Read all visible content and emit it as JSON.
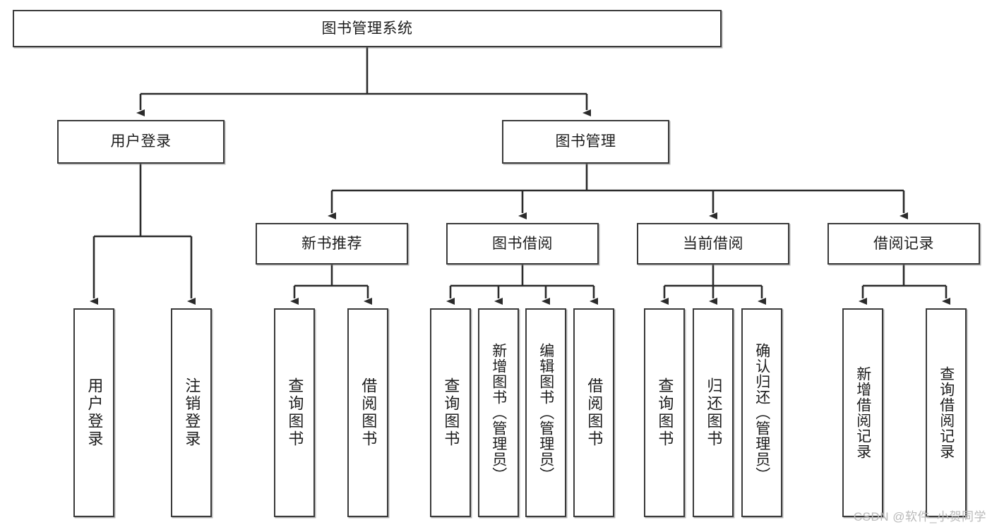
{
  "diagram": {
    "title": "图书管理系统",
    "type": "hierarchy-tree",
    "watermark": "CSDN @软件_小贺同学",
    "colors": {
      "box_border": "#3a3a3a",
      "box_fill": "#ffffff",
      "connector": "#2b2b2b",
      "text": "#1d1d1d",
      "watermark": "#b9b9b9"
    },
    "nodes": {
      "root": {
        "label": "图书管理系统"
      },
      "level2": [
        {
          "id": "user-login",
          "label": "用户登录"
        },
        {
          "id": "book-manage",
          "label": "图书管理"
        }
      ],
      "level3": [
        {
          "id": "new-book-recommend",
          "label": "新书推荐"
        },
        {
          "id": "book-borrow",
          "label": "图书借阅"
        },
        {
          "id": "current-borrow",
          "label": "当前借阅"
        },
        {
          "id": "borrow-record",
          "label": "借阅记录"
        }
      ],
      "leaves": {
        "user-login": [
          {
            "id": "leaf-user-login",
            "label": "用户登录"
          },
          {
            "id": "leaf-logout",
            "label": "注销登录"
          }
        ],
        "new-book-recommend": [
          {
            "id": "leaf-query-book-1",
            "label": "查询图书"
          },
          {
            "id": "leaf-borrow-book-1",
            "label": "借阅图书"
          }
        ],
        "book-borrow": [
          {
            "id": "leaf-query-book-2",
            "label": "查询图书"
          },
          {
            "id": "leaf-add-book",
            "label": "新增图书（管理员）"
          },
          {
            "id": "leaf-edit-book",
            "label": "编辑图书（管理员）"
          },
          {
            "id": "leaf-borrow-book-2",
            "label": "借阅图书"
          }
        ],
        "current-borrow": [
          {
            "id": "leaf-query-book-3",
            "label": "查询图书"
          },
          {
            "id": "leaf-return-book",
            "label": "归还图书"
          },
          {
            "id": "leaf-confirm-return",
            "label": "确认归还（管理员）"
          }
        ],
        "borrow-record": [
          {
            "id": "leaf-add-record",
            "label": "新增借阅记录"
          },
          {
            "id": "leaf-query-record",
            "label": "查询借阅记录"
          }
        ]
      }
    }
  }
}
